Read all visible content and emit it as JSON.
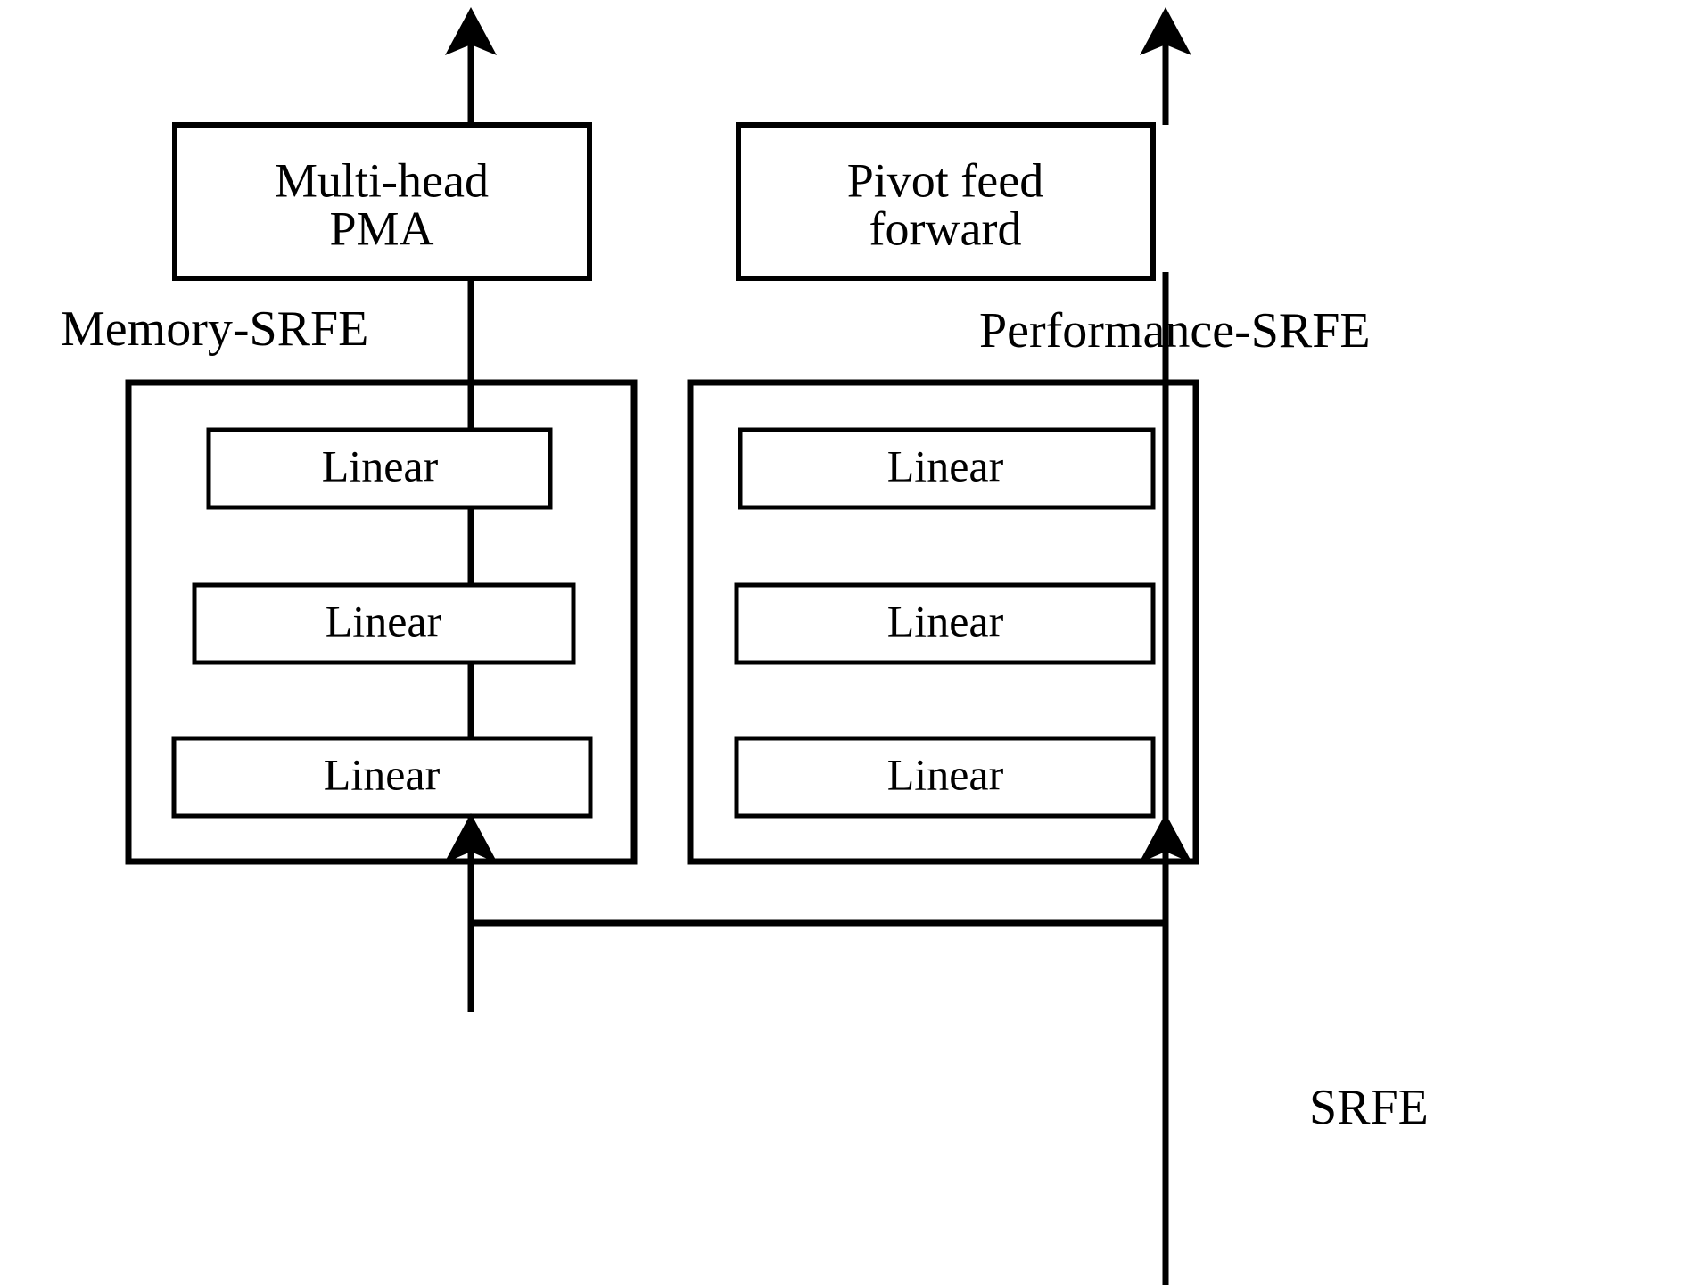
{
  "diagram": {
    "title_text": "",
    "colors": {
      "stroke": "#000000",
      "background": "#ffffff",
      "box_fill": "#ffffff"
    },
    "top_boxes": [
      {
        "id": "multi-head-pma",
        "line1": "Multi-head",
        "line2": "PMA"
      },
      {
        "id": "pivot-feed-forward",
        "line1": "Pivot feed",
        "line2": "forward"
      }
    ],
    "group_labels": {
      "left": "Memory-SRFE",
      "right": "Performance-SRFE",
      "bottom_right": "SRFE"
    },
    "left_column": {
      "name": "Memory-SRFE",
      "linear_blocks": [
        {
          "label": "Linear"
        },
        {
          "label": "Linear"
        },
        {
          "label": "Linear"
        }
      ]
    },
    "right_column": {
      "name": "Performance-SRFE",
      "linear_blocks": [
        {
          "label": "Linear"
        },
        {
          "label": "Linear"
        },
        {
          "label": "Linear"
        }
      ]
    },
    "flow": {
      "input_label": "SRFE",
      "description": "Shared input splits into Memory-SRFE and Performance-SRFE stacks of three Linear layers, feeding Multi-head PMA and Pivot feed forward."
    }
  }
}
